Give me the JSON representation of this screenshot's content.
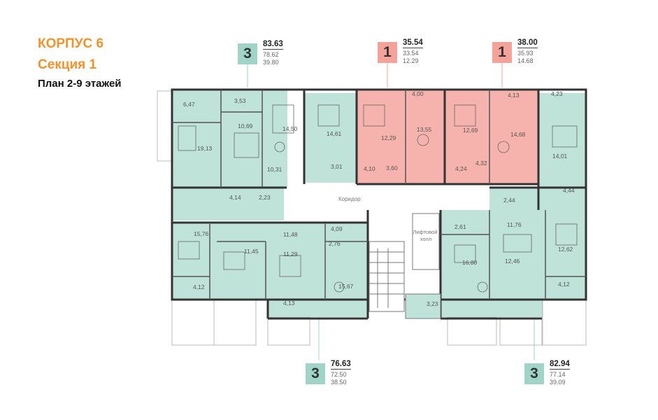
{
  "header": {
    "building": "КОРПУС 6",
    "section": "Секция 1",
    "plan": "План 2-9 этажей"
  },
  "colors": {
    "accent": "#f2922a",
    "green_apartment": "#bfe3d8",
    "pink_apartment": "#f6b3ad",
    "green_badge": "#9fd4c6",
    "pink_badge": "#f5a39a"
  },
  "apartments": {
    "top_left": {
      "rooms": "3",
      "total": "83.63",
      "living": "78.62",
      "kitchen": "39.80"
    },
    "top_middle": {
      "rooms": "1",
      "total": "35.54",
      "living": "33.54",
      "kitchen": "12.29"
    },
    "top_right": {
      "rooms": "1",
      "total": "38.00",
      "living": "35.93",
      "kitchen": "14.68"
    },
    "bottom_left": {
      "rooms": "3",
      "total": "76.63",
      "living": "72.50",
      "kitchen": "38.50"
    },
    "bottom_right": {
      "rooms": "3",
      "total": "82.94",
      "living": "77.14",
      "kitchen": "39.09"
    }
  },
  "labels": {
    "corridor": "Коридор",
    "elevator_hall": "Лифтовой\nхолл"
  },
  "room_areas": [
    "6,47",
    "3,53",
    "10,69",
    "14,50",
    "14,61",
    "4,00",
    "13,55",
    "12,29",
    "12,69",
    "4,13",
    "14,68",
    "4,23",
    "19,13",
    "10,31",
    "3,01",
    "4,10",
    "3,60",
    "4,24",
    "4,32",
    "14,01",
    "4,14",
    "2,23",
    "4,44",
    "2,44",
    "15,76",
    "11,48",
    "4,09",
    "2,76",
    "11,45",
    "11,29",
    "15,67",
    "4,12",
    "4,13",
    "2,61",
    "11,76",
    "16,80",
    "12,46",
    "12,62",
    "4,12",
    "3,23"
  ]
}
